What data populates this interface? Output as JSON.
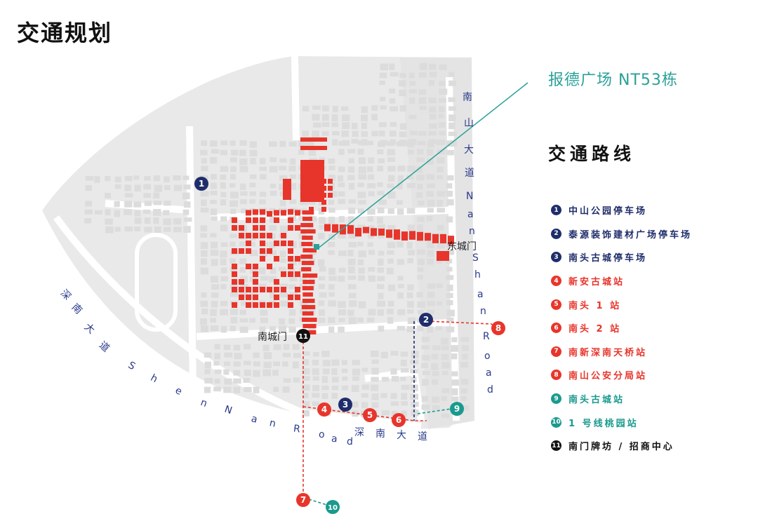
{
  "title": "交通规划",
  "callout": "报德广场 NT53栋",
  "legend": {
    "title": "交通路线",
    "items": [
      {
        "num": "1",
        "label": "中山公园停车场",
        "color": "#1f2d6b"
      },
      {
        "num": "2",
        "label": "泰源装饰建材广场停车场",
        "color": "#1f2d6b"
      },
      {
        "num": "3",
        "label": "南头古城停车场",
        "color": "#1f2d6b"
      },
      {
        "num": "4",
        "label": "新安古城站",
        "color": "#e8352b"
      },
      {
        "num": "5",
        "label": "南头 1 站",
        "color": "#e8352b"
      },
      {
        "num": "6",
        "label": "南头 2 站",
        "color": "#e8352b"
      },
      {
        "num": "7",
        "label": "南新深南天桥站",
        "color": "#e8352b"
      },
      {
        "num": "8",
        "label": "南山公安分局站",
        "color": "#e8352b"
      },
      {
        "num": "9",
        "label": "南头古城站",
        "color": "#1a9a8e"
      },
      {
        "num": "10",
        "label": "1 号线桃园站",
        "color": "#1a9a8e"
      },
      {
        "num": "11",
        "label": "南门牌坊 / 招商中心",
        "color": "#111111"
      }
    ]
  },
  "map": {
    "east_gate": "东城门",
    "south_gate": "南城门",
    "road_nanshan": [
      "南",
      "山",
      "大",
      "道",
      "N",
      "a",
      "n",
      "S",
      "h",
      "a",
      "n",
      "R",
      "o",
      "a",
      "d"
    ],
    "road_shennan_left": [
      "深",
      "南",
      "大",
      "道",
      "S",
      "h",
      "e",
      "n",
      "N",
      "a",
      "n",
      "R",
      "o",
      "a",
      "d"
    ],
    "road_shennan_bottom": [
      "深",
      "南",
      "大",
      "道"
    ],
    "markers": [
      {
        "num": "1",
        "color": "#1f2d6b"
      },
      {
        "num": "2",
        "color": "#1f2d6b"
      },
      {
        "num": "3",
        "color": "#1f2d6b"
      },
      {
        "num": "4",
        "color": "#e8352b"
      },
      {
        "num": "5",
        "color": "#e8352b"
      },
      {
        "num": "6",
        "color": "#e8352b"
      },
      {
        "num": "7",
        "color": "#e8352b"
      },
      {
        "num": "8",
        "color": "#e8352b"
      },
      {
        "num": "9",
        "color": "#1a9a8e"
      },
      {
        "num": "10",
        "color": "#1a9a8e"
      },
      {
        "num": "11",
        "color": "#111111"
      }
    ]
  },
  "colors": {
    "red": "#e8352b",
    "navy": "#1f2d6b",
    "teal": "#1a9a8e",
    "map_bg": "#e9e9e9",
    "block": "#dcdcdc"
  }
}
